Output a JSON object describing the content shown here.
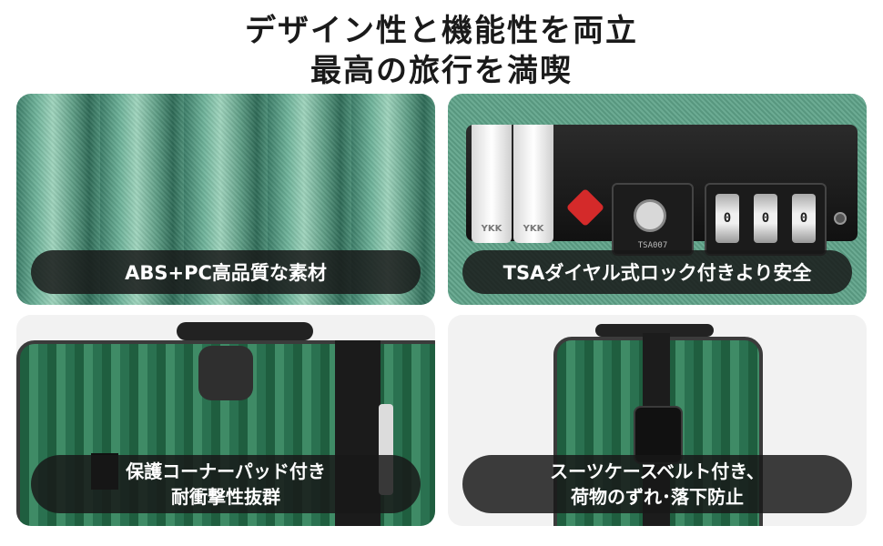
{
  "headline": {
    "line1": "デザイン性と機能性を両立",
    "line2": "最高の旅行を満喫"
  },
  "panels": [
    {
      "caption": "ABS+PC高品質な素材"
    },
    {
      "caption": "TSAダイヤル式ロック付きより安全",
      "zipper_text": [
        "YKK",
        "YKK"
      ],
      "key_label": "TSA007",
      "dial_digits": [
        "0",
        "0",
        "0"
      ]
    },
    {
      "caption_lines": [
        "保護コーナーパッド付き",
        "耐衝撃性抜群"
      ]
    },
    {
      "caption_lines": [
        "スーツケースベルト付き、",
        "荷物のずれ･落下防止"
      ]
    }
  ]
}
